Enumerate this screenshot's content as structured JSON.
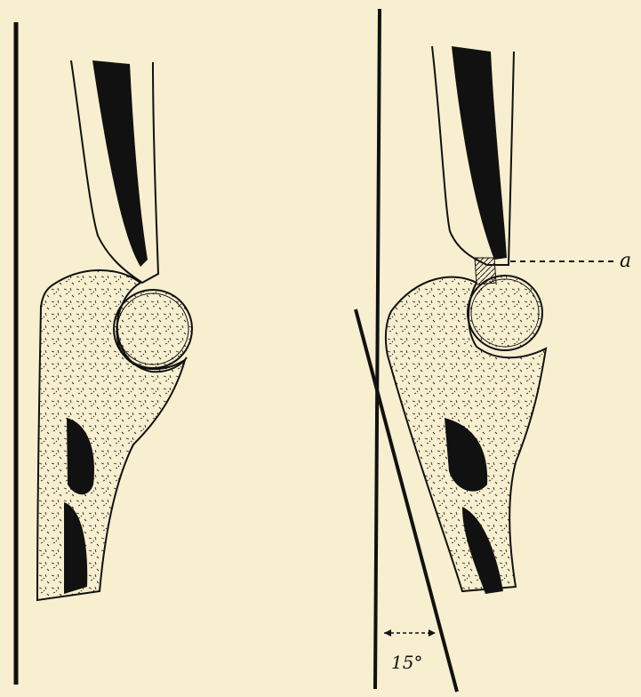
{
  "figure": {
    "background_color": "#f7efcf",
    "ink_color": "#111111",
    "left_panel": {
      "parts": [
        "reference-line",
        "femoral-shaft",
        "femoral-head",
        "innominate-bone",
        "acetabulum"
      ]
    },
    "right_panel": {
      "parts": [
        "reference-line",
        "femoral-shaft",
        "femoral-head",
        "innominate-bone",
        "tilt-line",
        "angle-marker"
      ],
      "callout_label": "a",
      "angle_label": "15°"
    }
  }
}
